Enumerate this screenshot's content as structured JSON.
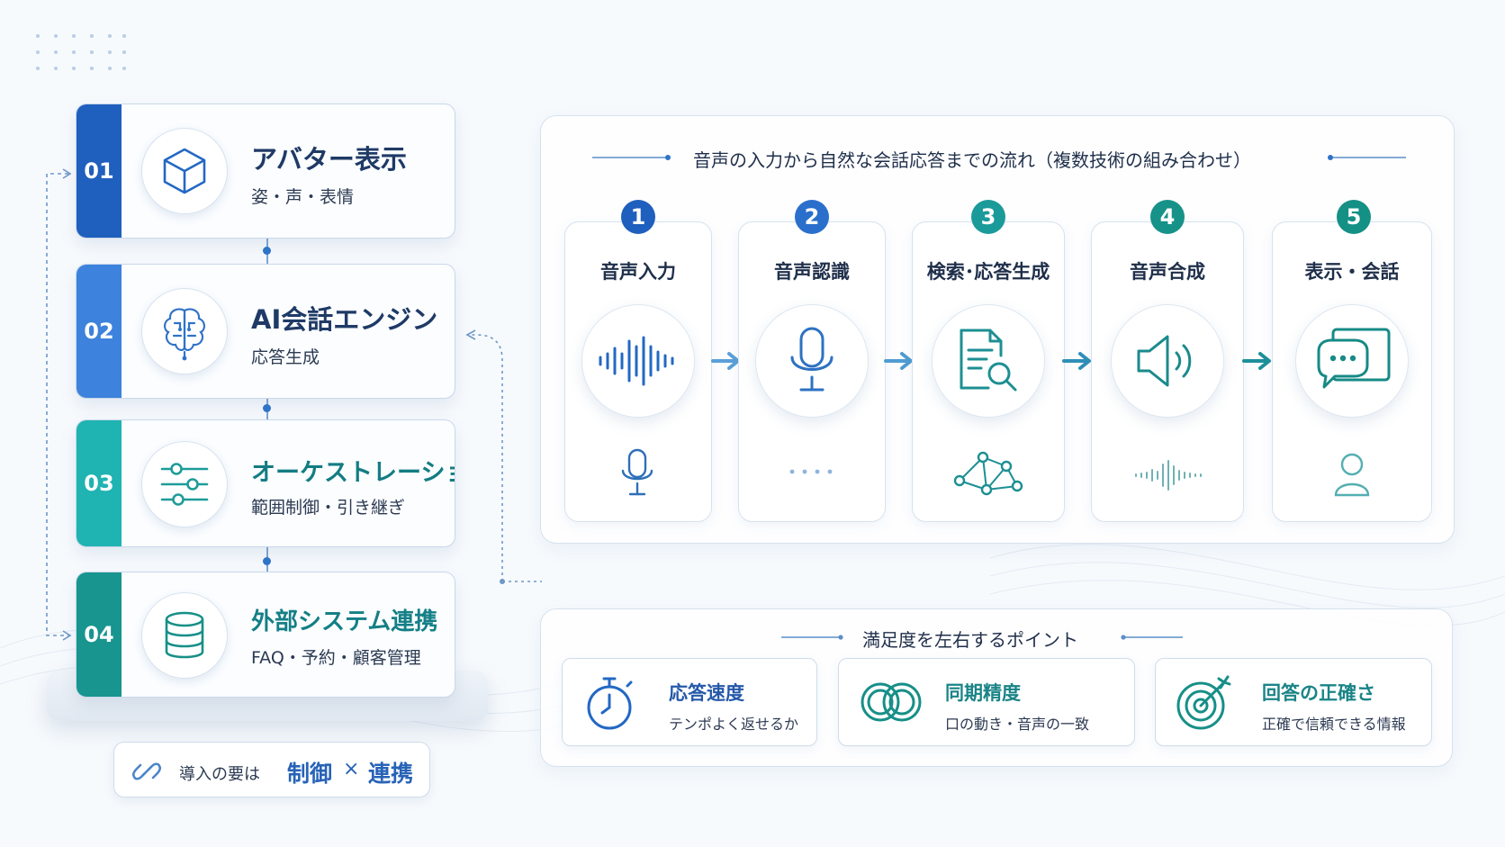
{
  "colors": {
    "blue_dark": "#1f5fbd",
    "blue": "#3d82dc",
    "teal": "#1fb3b2",
    "teal_dark": "#17958e",
    "navy_text": "#1f2f4a"
  },
  "layers": [
    {
      "num": "01",
      "title": "アバター表示",
      "subtitle": "姿・声・表情",
      "icon": "cube-icon"
    },
    {
      "num": "02",
      "title": "AI会話エンジン",
      "subtitle": "応答生成",
      "icon": "brain-circuit-icon"
    },
    {
      "num": "03",
      "title": "オーケストレーション",
      "subtitle": "範囲制御・引き継ぎ",
      "icon": "sliders-icon"
    },
    {
      "num": "04",
      "title": "外部システム連携",
      "subtitle": "FAQ・予約・顧客管理",
      "icon": "database-icon"
    }
  ],
  "bottom_note": {
    "prefix": "導入の要は",
    "term1": "制御",
    "times": "×",
    "term2": "連携"
  },
  "flow": {
    "title": "音声の入力から自然な会話応答までの流れ（複数技術の組み合わせ）",
    "steps": [
      {
        "num": "1",
        "label": "音声入力",
        "icon": "sound-wave-icon",
        "sub_icon": "microphone-icon"
      },
      {
        "num": "2",
        "label": "音声認識",
        "icon": "microphone-icon",
        "sub_icon": "dots-icon"
      },
      {
        "num": "3",
        "label": "検索･応答生成",
        "icon": "document-search-icon",
        "sub_icon": "network-icon"
      },
      {
        "num": "4",
        "label": "音声合成",
        "icon": "speaker-icon",
        "sub_icon": "sound-wave-icon"
      },
      {
        "num": "5",
        "label": "表示・会話",
        "icon": "chat-bubble-icon",
        "sub_icon": "user-icon"
      }
    ]
  },
  "satisfaction": {
    "title": "満足度を左右するポイント",
    "points": [
      {
        "title": "応答速度",
        "desc": "テンポよく返せるか",
        "icon": "stopwatch-icon"
      },
      {
        "title": "同期精度",
        "desc": "口の動き・音声の一致",
        "icon": "overlap-rings-icon"
      },
      {
        "title": "回答の正確さ",
        "desc": "正確で信頼できる情報",
        "icon": "target-icon"
      }
    ]
  }
}
